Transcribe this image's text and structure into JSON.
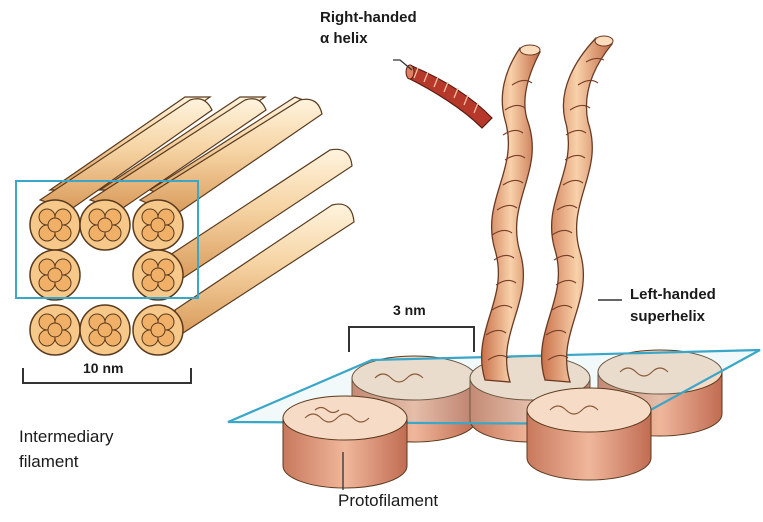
{
  "labels": {
    "alpha_helix_line1": "Right-handed",
    "alpha_helix_line2": "α helix",
    "superhelix_line1": "Left-handed",
    "superhelix_line2": "superhelix",
    "dim_3nm": "3 nm",
    "dim_10nm": "10 nm",
    "intermediary_line1": "Intermediary",
    "intermediary_line2": "filament",
    "protofilament": "Protofilament"
  },
  "colors": {
    "rod_light": "#fbe7c4",
    "rod_mid": "#f2c58e",
    "rod_dark": "#d9914f",
    "outline": "#5a3a1e",
    "cyan_frame": "#3aa6c8",
    "helix_red": "#b5382a",
    "rope_light": "#f6caa0",
    "rope_dark": "#c9714a",
    "proto_top": "#f6dcc6",
    "proto_side": "#d98a6c"
  }
}
